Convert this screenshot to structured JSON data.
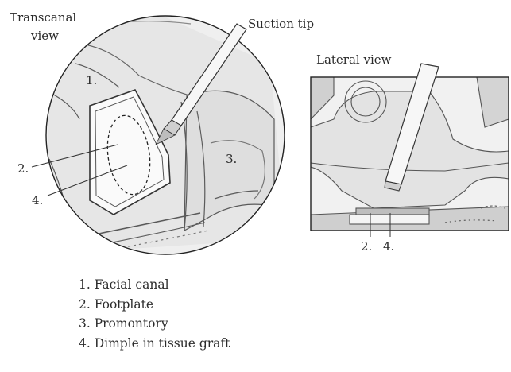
{
  "transcanal_panel": {
    "title_line1": "Transcanal",
    "title_line2": "view",
    "tool_label": "Suction tip",
    "markers": {
      "m1": "1.",
      "m2": "2.",
      "m3": "3.",
      "m4": "4."
    }
  },
  "lateral_panel": {
    "title": "Lateral view",
    "markers": {
      "m2": "2.",
      "m4": "4."
    }
  },
  "legend": {
    "items": [
      "1. Facial canal",
      "2. Footplate",
      "3. Promontory",
      "4. Dimple in tissue graft"
    ]
  }
}
